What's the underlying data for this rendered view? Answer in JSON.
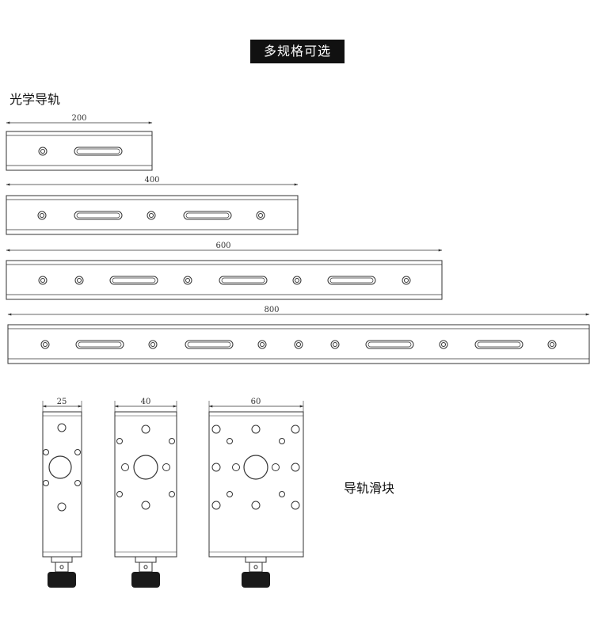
{
  "banner": {
    "text": "多规格可选"
  },
  "rails_section": {
    "label": "光学导轨",
    "rails": [
      {
        "length_label": "200"
      },
      {
        "length_label": "400"
      },
      {
        "length_label": "600"
      },
      {
        "length_label": "800"
      }
    ]
  },
  "blocks_section": {
    "label": "导轨滑块",
    "blocks": [
      {
        "width_label": "25"
      },
      {
        "width_label": "40"
      },
      {
        "width_label": "60"
      }
    ]
  },
  "colors": {
    "line": "#333333",
    "banner_bg": "#111111",
    "banner_text": "#ffffff"
  }
}
